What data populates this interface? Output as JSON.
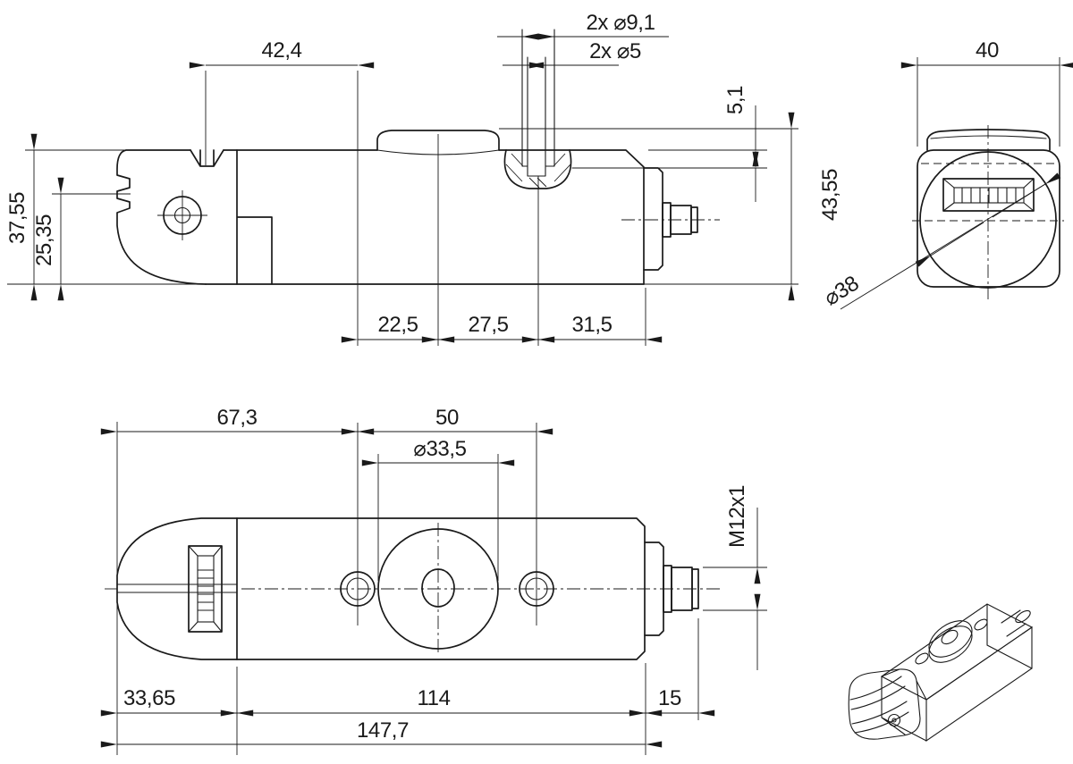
{
  "document": {
    "type": "technical dimensional drawing",
    "units": "mm",
    "colors": {
      "line": "#1a1a1a",
      "background": "#ffffff"
    }
  },
  "labels": {
    "d42_4": "42,4",
    "d2x9_1": "2x ⌀9,1",
    "d2x5": "2x ⌀5",
    "d5_1": "5,1",
    "d43_55": "43,55",
    "d37_55": "37,55",
    "d25_35": "25,35",
    "d22_5": "22,5",
    "d27_5": "27,5",
    "d31_5": "31,5",
    "d40": "40",
    "d38": "⌀38",
    "d67_3": "67,3",
    "d50": "50",
    "d33_5": "⌀33,5",
    "dM12": "M12x1",
    "d33_65": "33,65",
    "d114": "114",
    "d15": "15",
    "d147_7": "147,7"
  }
}
